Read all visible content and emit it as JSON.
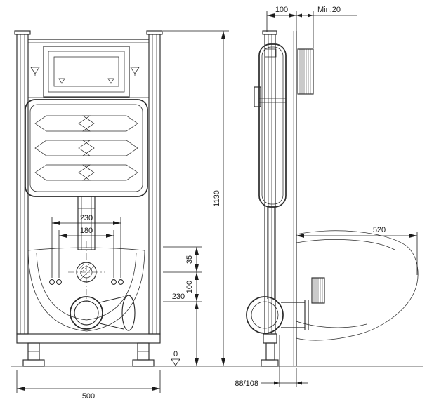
{
  "colors": {
    "line": "#2b2b2b",
    "text": "#1b1b1b",
    "background": "#ffffff"
  },
  "front_view": {
    "bolt_spacing_outer_label": "230",
    "bolt_spacing_inner_label": "180",
    "supply_offset_label": "35",
    "supply_height_label": "100",
    "outlet_height_label": "230",
    "datum_label": "0",
    "frame_height_label": "1130",
    "frame_width_label": "500"
  },
  "side_view": {
    "frame_depth_label": "100",
    "min_cover_label": "Min.20",
    "bowl_projection_label": "520",
    "outlet_offset_label": "88/108"
  }
}
